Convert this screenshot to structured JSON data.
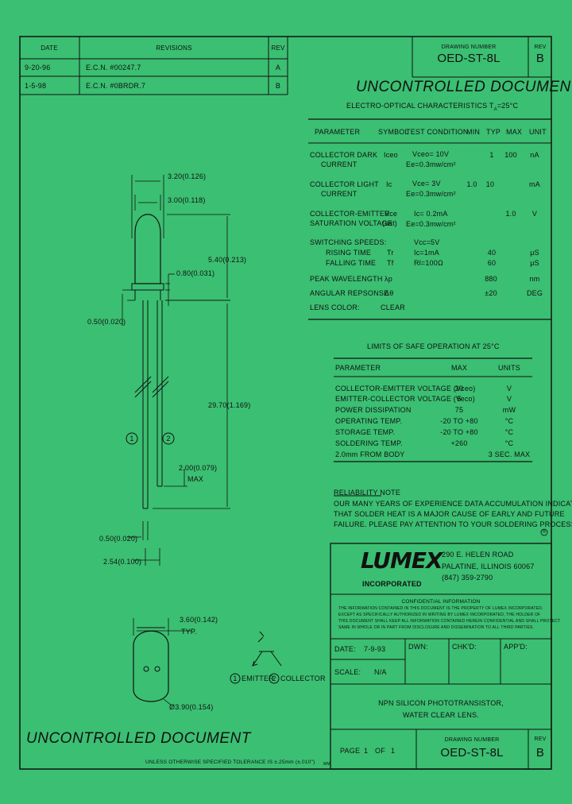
{
  "revisions": {
    "headers": [
      "DATE",
      "REVISIONS",
      "REV"
    ],
    "rows": [
      {
        "date": "9-20-96",
        "desc": "E.C.N. #00247.7",
        "rev": "A"
      },
      {
        "date": "1-5-98",
        "desc": "E.C.N. #0BRDR.7",
        "rev": "B"
      }
    ]
  },
  "header": {
    "drawing_number_label": "DRAWING NUMBER",
    "drawing_number": "OED-ST-8L",
    "rev_label": "REV",
    "rev": "B"
  },
  "watermark_top": "UNCONTROLLED DOCUMENT",
  "watermark_bottom": "UNCONTROLLED DOCUMENT",
  "eo": {
    "title": "ELECTRO-OPTICAL CHARACTERISTICS T",
    "title_sub": "A",
    "title_tail": "=25°C",
    "headers": [
      "PARAMETER",
      "SYMBOL",
      "TEST CONDITION",
      "MIN",
      "TYP",
      "MAX",
      "UNIT"
    ],
    "rows": [
      {
        "p1": "COLLECTOR DARK",
        "p2": "CURRENT",
        "sym": "Iceo",
        "c1": "Vceo= 10V",
        "c2": "Ee=0.3mw/cm²",
        "min": "",
        "typ": "1",
        "max": "100",
        "unit": "nA"
      },
      {
        "p1": "COLLECTOR LIGHT",
        "p2": "CURRENT",
        "sym": "Ic",
        "c1": "Vce= 3V",
        "c2": "Ee=0.3mw/cm²",
        "min": "1.0",
        "typ": "10",
        "max": "",
        "unit": "mA"
      },
      {
        "p1": "COLLECTOR-EMITTER",
        "p2": "SATURATION VOLTAGE",
        "sym": "Vce",
        "sym2": "(sat)",
        "c1": "Ic= 0.2mA",
        "c2": "Ee=0.3mw/cm²",
        "min": "",
        "typ": "",
        "max": "1.0",
        "unit": "V"
      }
    ],
    "switching": {
      "label": "SWITCHING SPEEDS:",
      "cond0": "Vcc=5V",
      "rise_label": "RISING TIME",
      "rise_sym": "Tr",
      "rise_cond": "Ic=1mA",
      "rise_typ": "40",
      "rise_unit": "μS",
      "fall_label": "FALLING TIME",
      "fall_sym": "Tf",
      "fall_cond": "Rl=100Ω",
      "fall_typ": "60",
      "fall_unit": "μS"
    },
    "peak": {
      "label": "PEAK WAVELENGTH",
      "sym": "λp",
      "typ": "880",
      "unit": "nm"
    },
    "angular": {
      "label": "ANGULAR REPSONSE",
      "sym": "Δθ",
      "typ": "±20",
      "unit": "DEG"
    },
    "lens": {
      "label": "LENS COLOR:",
      "val": "CLEAR"
    }
  },
  "safe": {
    "title": "LIMITS OF SAFE OPERATION AT 25°C",
    "headers": [
      "PARAMETER",
      "MAX",
      "UNITS"
    ],
    "rows": [
      {
        "p": "COLLECTOR-EMITTER VOLTAGE (Vceo)",
        "max": "20",
        "unit": "V"
      },
      {
        "p": "EMITTER-COLLECTOR VOLTAGE (Veco)",
        "max": "5",
        "unit": "V"
      },
      {
        "p": "POWER DISSIPATION",
        "max": "75",
        "unit": "mW"
      },
      {
        "p": "OPERATING TEMP.",
        "max": "-20 TO +80",
        "unit": "°C"
      },
      {
        "p": "STORAGE TEMP.",
        "max": "-20 TO +80",
        "unit": "°C"
      },
      {
        "p": "SOLDERING TEMP.",
        "max": "+260",
        "unit": "°C"
      },
      {
        "p": "2.0mm FROM BODY",
        "max": "",
        "unit": "3 SEC. MAX"
      }
    ]
  },
  "reliability": {
    "title": "RELIABILITY NOTE",
    "lines": [
      "OUR MANY YEARS OF EXPERIENCE DATA ACCUMULATION INDICATE",
      "THAT SOLDER HEAT IS A MAJOR CAUSE OF EARLY AND FUTURE",
      "FAILURE. PLEASE PAY ATTENTION TO YOUR SOLDERING PROCESS."
    ]
  },
  "registered_mark": "®",
  "company": {
    "logo": "LUMEX",
    "logo_sub": "INCORPORATED",
    "address1": "290 E. HELEN ROAD",
    "address2": "PALATINE, ILLINOIS  60067",
    "phone": "(847) 359-2790"
  },
  "confidential": {
    "title": "CONFIDENTIAL INFORMATION",
    "lines": [
      "THE INFORMATION CONTAINED IN THIS DOCUMENT IS THE PROPERTY OF LUMEX INCORPORATED.",
      "EXCEPT AS SPECIFICALLY AUTHORIZED IN WRITING BY LUMEX INCORPORATED, THE HOLDER OF",
      "THIS DOCUMENT SHALL KEEP ALL INFORMATION CONTAINED HEREIN CONFIDENTIAL AND SHALL PROTECT",
      "SAME IN WHOLE OR IN PART FROM DISCLOSURE AND DISSEMINATION TO ALL THIRD PARTIES."
    ]
  },
  "titleblock": {
    "date_label": "DATE:",
    "date_val": "7-9-93",
    "dwn_label": "DWN:",
    "chkd_label": "CHK'D:",
    "appd_label": "APP'D:",
    "scale_label": "SCALE:",
    "scale_val": "N/A",
    "desc1": "NPN SILICON PHOTOTRANSISTOR,",
    "desc2": "WATER CLEAR LENS.",
    "page_label": "PAGE",
    "page_num": "1",
    "of_label": "OF",
    "page_total": "1",
    "drawing_number_label": "DRAWING NUMBER",
    "drawing_number": "OED-ST-8L",
    "rev_label": "REV",
    "rev": "B"
  },
  "tolerance_note": "UNLESS OTHERWISE SPECIFIED TOLERANCE IS ±.25mm (±.010\")",
  "mm_label": "MM",
  "dims": {
    "d1": "3.20(0.126)",
    "d2": "3.00(0.118)",
    "d3": "5.40(0.213)",
    "d4": "0.80(0.031)",
    "d5": "0.50(0.020)",
    "d6": "29.70(1.169)",
    "d7": "2.00(0.079)",
    "d7b": "MAX",
    "d8": "0.50(0.020)",
    "d9": "2.54(0.100)",
    "d10": "3.60(0.142)",
    "d10b": "TYP.",
    "d11": "Ø3.90(0.154)"
  },
  "pins": {
    "pin1": "1",
    "pin2": "2",
    "emitter_num": "1",
    "emitter": "EMITTER",
    "collector_num": "2",
    "collector": "COLLECTOR"
  }
}
